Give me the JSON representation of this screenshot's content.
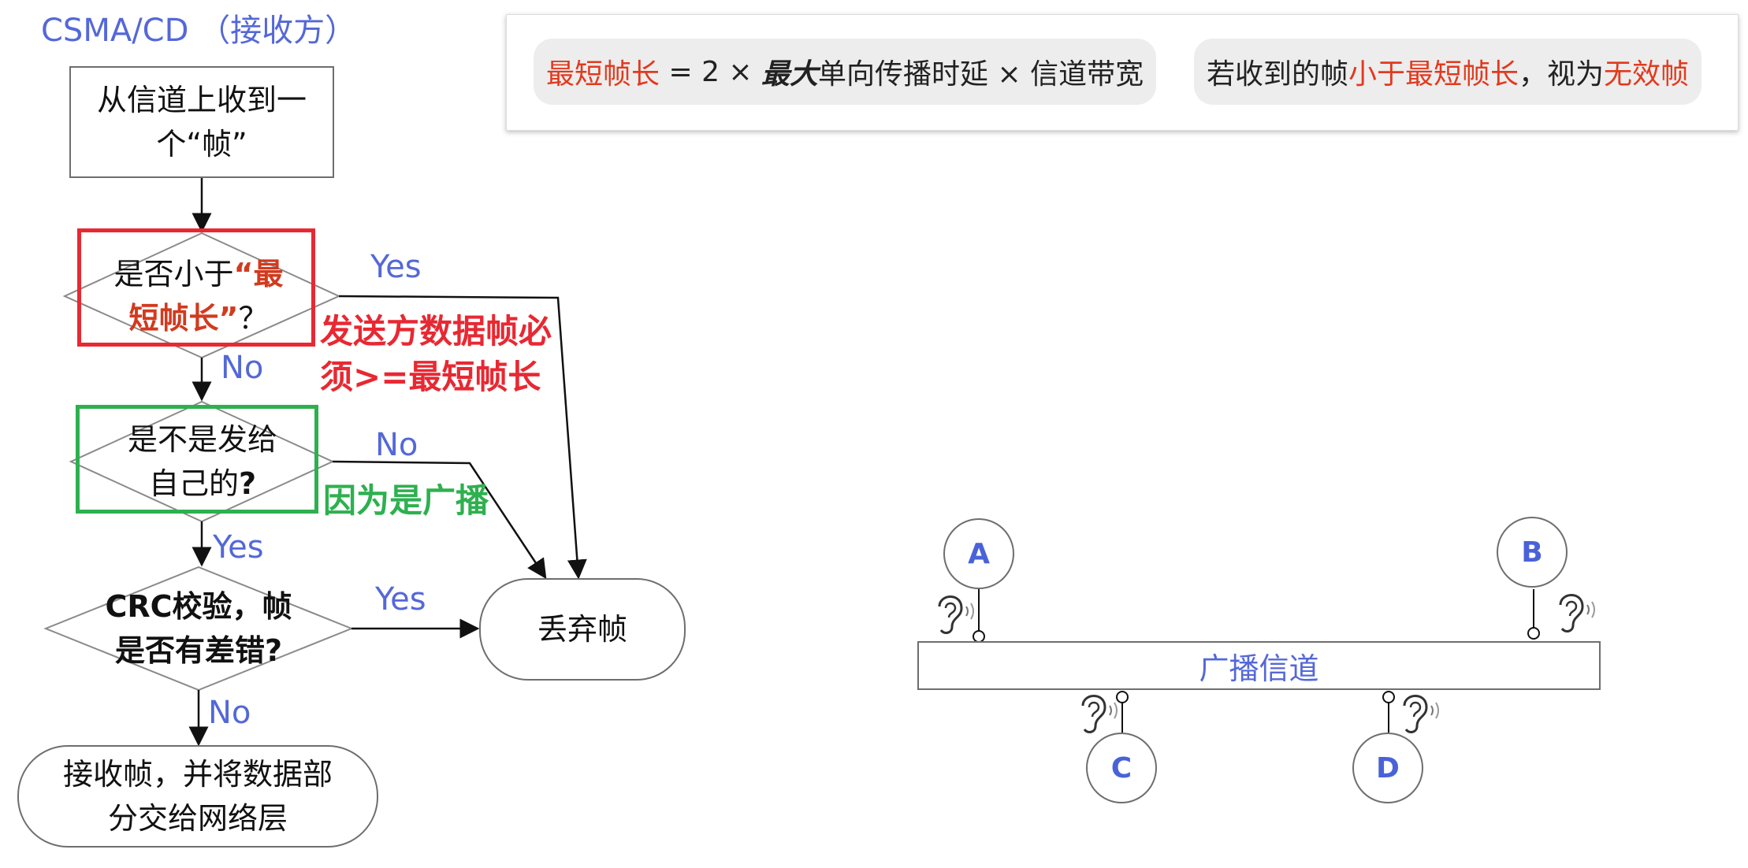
{
  "title": "CSMA/CD （接收方）",
  "flow": {
    "start": "从信道上收到一个“帧”",
    "q1_plain": "是否小于",
    "q1_emph_a": "“最",
    "q1_emph_b": "短帧长”",
    "q1_qmark": "？",
    "q2_line1": "是不是发给",
    "q2_line2": "自己的",
    "q2_qmark": "?",
    "q3_line1": "CRC校验，帧",
    "q3_line2": "是否有差错?",
    "discard": "丢弃帧",
    "accept": "接收帧，并将数据部分交给网络层",
    "edge_labels": {
      "q1_yes": "Yes",
      "q1_no": "No",
      "q2_no": "No",
      "q2_yes": "Yes",
      "q3_yes": "Yes",
      "q3_no": "No"
    }
  },
  "notes": {
    "red_note": "发送方数据帧必须>=最短帧长",
    "green_note": "因为是广播"
  },
  "formula": {
    "term": "最短帧长",
    "eq": " = 2 × ",
    "max": "最大",
    "rest": "单向传播时延 × 信道带宽",
    "cond_a": "若收到的帧",
    "cond_b": "小于最短帧长",
    "cond_c": "，视为",
    "cond_d": "无效帧"
  },
  "bus": {
    "channel_label": "广播信道",
    "nodes": [
      "A",
      "B",
      "C",
      "D"
    ]
  },
  "colors": {
    "label_blue": "#5468d8",
    "highlight_red": "#e82832",
    "highlight_green": "#2eb04f",
    "node_text": "#4a62d8"
  },
  "icons": [
    "ear-icon"
  ]
}
